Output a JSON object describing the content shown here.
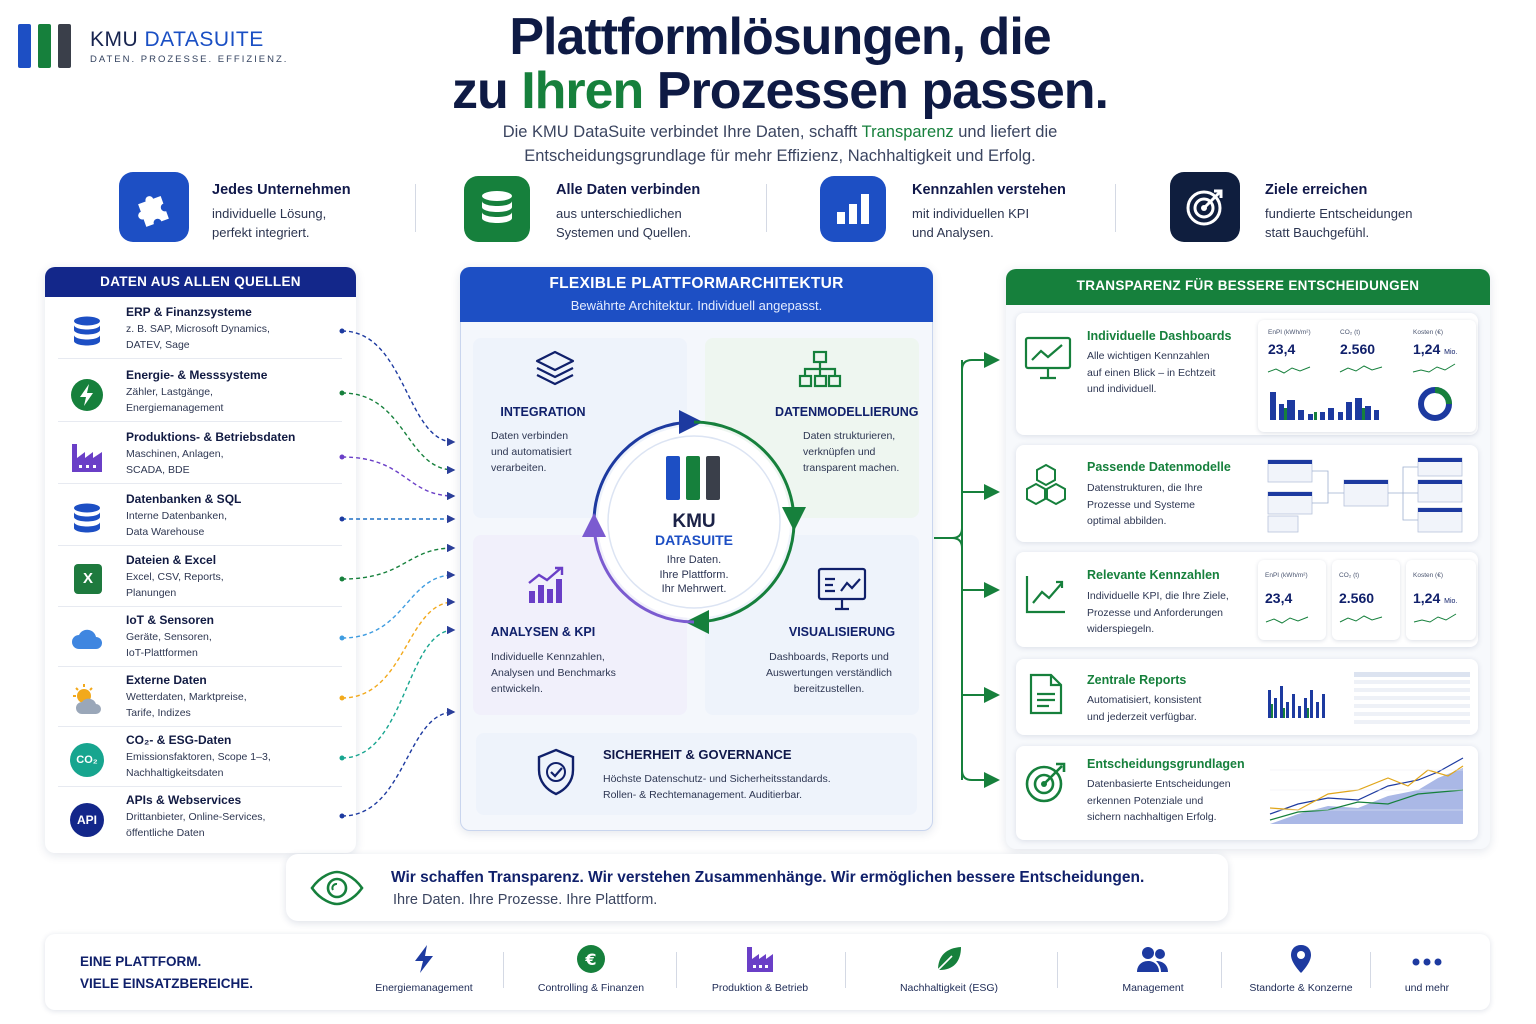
{
  "brand": {
    "name_a": "KMU",
    "name_b": "DATASUITE",
    "tagline": "DATEN. PROZESSE. EFFIZIENZ."
  },
  "headline": {
    "line1": "Plattformlösungen, die",
    "line2_pre": "zu ",
    "line2_accent": "Ihren",
    "line2_post": " Prozessen passen."
  },
  "lead": {
    "l1_pre": "Die KMU DataSuite verbindet Ihre Daten, schafft ",
    "l1_accent": "Transparenz",
    "l1_post": " und liefert die",
    "l2": "Entscheidungsgrundlage für mehr Effizienz, Nachhaltigkeit und Erfolg."
  },
  "features": [
    {
      "icon": "puzzle-icon",
      "title": "Jedes Unternehmen",
      "l1": "individuelle Lösung,",
      "l2": "perfekt integriert."
    },
    {
      "icon": "database-icon",
      "title": "Alle Daten verbinden",
      "l1": "aus unterschiedlichen",
      "l2": "Systemen und Quellen."
    },
    {
      "icon": "bar-chart-icon",
      "title": "Kennzahlen verstehen",
      "l1": "mit individuellen KPI",
      "l2": "und Analysen."
    },
    {
      "icon": "target-icon",
      "title": "Ziele erreichen",
      "l1": "fundierte Entscheidungen",
      "l2": "statt Bauchgefühl."
    }
  ],
  "sources": {
    "title": "DATEN AUS ALLEN QUELLEN",
    "items": [
      {
        "icon": "database-icon",
        "title": "ERP & Finanzsysteme",
        "l1": "z. B. SAP, Microsoft Dynamics,",
        "l2": "DATEV, Sage"
      },
      {
        "icon": "lightning-icon",
        "title": "Energie- & Messsysteme",
        "l1": "Zähler, Lastgänge,",
        "l2": "Energiemanagement"
      },
      {
        "icon": "factory-icon",
        "title": "Produktions- & Betriebsdaten",
        "l1": "Maschinen, Anlagen,",
        "l2": "SCADA, BDE"
      },
      {
        "icon": "database-icon",
        "title": "Datenbanken & SQL",
        "l1": "Interne Datenbanken,",
        "l2": "Data Warehouse"
      },
      {
        "icon": "excel-icon",
        "title": "Dateien & Excel",
        "l1": "Excel, CSV, Reports,",
        "l2": "Planungen",
        "glyph": "X"
      },
      {
        "icon": "cloud-icon",
        "title": "IoT & Sensoren",
        "l1": "Geräte, Sensoren,",
        "l2": "IoT-Plattformen"
      },
      {
        "icon": "sun-cloud-icon",
        "title": "Externe Daten",
        "l1": "Wetterdaten, Marktpreise,",
        "l2": "Tarife, Indizes"
      },
      {
        "icon": "co2-icon",
        "title": "CO₂- & ESG-Daten",
        "l1": "Emissionsfaktoren, Scope 1–3,",
        "l2": "Nachhaltigkeitsdaten",
        "glyph": "CO₂"
      },
      {
        "icon": "api-icon",
        "title": "APIs & Webservices",
        "l1": "Drittanbieter, Online-Services,",
        "l2": "öffentliche Daten",
        "glyph": "API"
      }
    ]
  },
  "architecture": {
    "title": "FLEXIBLE PLATTFORMARCHITEKTUR",
    "subtitle": "Bewährte Architektur. Individuell angepasst.",
    "core": {
      "name_a": "KMU",
      "name_b": "DATASUITE",
      "l1": "Ihre Daten.",
      "l2": "Ihre Plattform.",
      "l3": "Ihr Mehrwert."
    },
    "modules": [
      {
        "icon": "layers-icon",
        "title": "INTEGRATION",
        "l1": "Daten verbinden",
        "l2": "und automatisiert",
        "l3": "verarbeiten."
      },
      {
        "icon": "hierarchy-icon",
        "title": "DATENMODELLIERUNG",
        "l1": "Daten strukturieren,",
        "l2": "verknüpfen und",
        "l3": "transparent machen."
      },
      {
        "icon": "growth-chart-icon",
        "title": "ANALYSEN & KPI",
        "l1": "Individuelle Kennzahlen,",
        "l2": "Analysen und Benchmarks",
        "l3": "entwickeln."
      },
      {
        "icon": "monitor-chart-icon",
        "title": "VISUALISIERUNG",
        "l1": "Dashboards, Reports und",
        "l2": "Auswertungen verständlich",
        "l3": "bereitzustellen."
      }
    ],
    "security": {
      "title": "SICHERHEIT & GOVERNANCE",
      "l1": "Höchste Datenschutz- und Sicherheitsstandards.",
      "l2": "Rollen- & Rechtemanagement. Auditierbar."
    }
  },
  "outcomes": {
    "title": "TRANSPARENZ FÜR BESSERE ENTSCHEIDUNGEN",
    "items": [
      {
        "icon": "dashboard-monitor-icon",
        "title": "Individuelle Dashboards",
        "lines": [
          "Alle wichtigen Kennzahlen",
          "auf einen Blick – in Echtzeit",
          "und individuell."
        ]
      },
      {
        "icon": "cubes-icon",
        "title": "Passende Datenmodelle",
        "lines": [
          "Datenstrukturen, die Ihre",
          "Prozesse und Systeme",
          "optimal abbilden."
        ]
      },
      {
        "icon": "trend-icon",
        "title": "Relevante Kennzahlen",
        "lines": [
          "Individuelle KPI, die Ihre Ziele,",
          "Prozesse und Anforderungen",
          "widerspiegeln."
        ]
      },
      {
        "icon": "report-icon",
        "title": "Zentrale Reports",
        "lines": [
          "Automatisiert, konsistent",
          "und jederzeit verfügbar."
        ]
      },
      {
        "icon": "target-icon",
        "title": "Entscheidungsgrundlagen",
        "lines": [
          "Datenbasierte Entscheidungen",
          "erkennen Potenziale und",
          "sichern nachhaltigen Erfolg."
        ]
      }
    ],
    "kpis": [
      {
        "label": "EnPI (kWh/m²)",
        "value": "23,4",
        "unit": ""
      },
      {
        "label": "CO₂ (t)",
        "value": "2.560",
        "unit": ""
      },
      {
        "label": "Kosten (€)",
        "value": "1,24",
        "unit": "Mio."
      }
    ]
  },
  "claim": {
    "l1": "Wir schaffen Transparenz. Wir verstehen Zusammenhänge. Wir ermöglichen bessere Entscheidungen.",
    "l2": "Ihre Daten. Ihre Prozesse. Ihre Plattform."
  },
  "footer": {
    "l1": "EINE PLATTFORM.",
    "l2": "VIELE EINSATZBEREICHE.",
    "items": [
      {
        "icon": "lightning-icon",
        "label": "Energiemanagement"
      },
      {
        "icon": "euro-icon",
        "label": "Controlling & Finanzen"
      },
      {
        "icon": "factory-icon",
        "label": "Produktion & Betrieb"
      },
      {
        "icon": "leaf-icon",
        "label": "Nachhaltigkeit (ESG)"
      },
      {
        "icon": "users-icon",
        "label": "Management"
      },
      {
        "icon": "location-pin-icon",
        "label": "Standorte & Konzerne"
      },
      {
        "icon": "more-icon",
        "label": "und mehr"
      }
    ]
  },
  "colors": {
    "navy": "#10206b",
    "blue": "#1d4fc4",
    "green": "#16803c",
    "dark": "#0e1a44"
  }
}
